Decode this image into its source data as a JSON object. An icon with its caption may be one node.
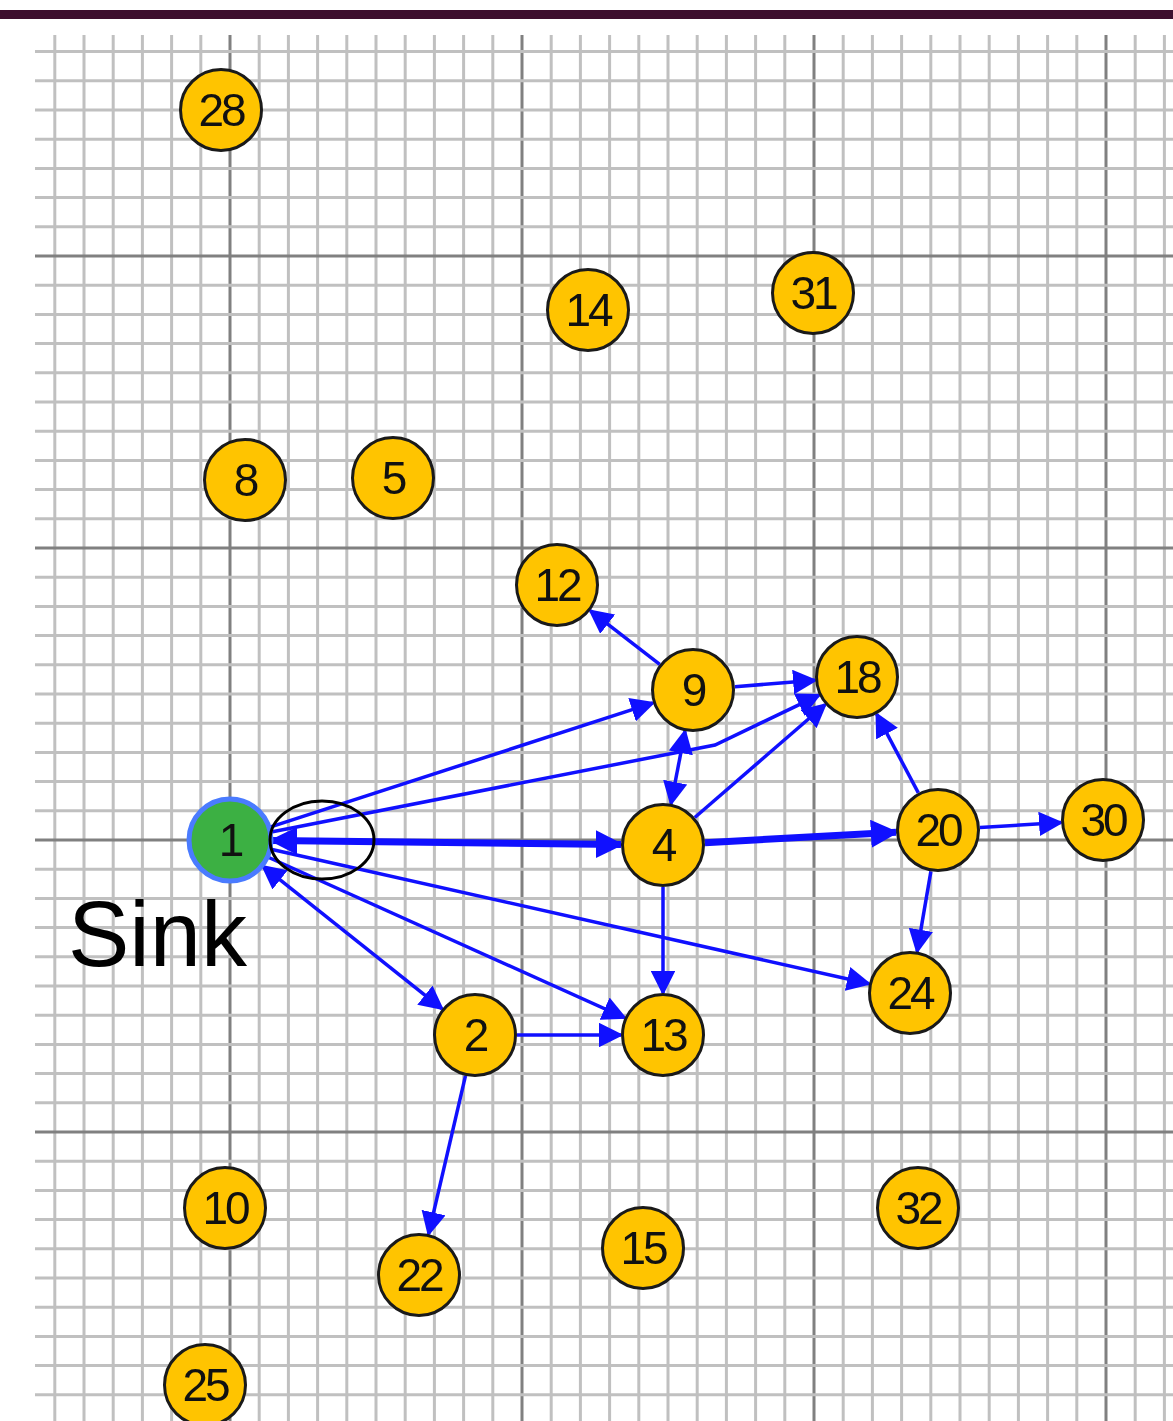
{
  "diagram": {
    "nodes": [
      {
        "text": [
          "28"
        ]
      },
      {
        "text": [
          "14"
        ]
      },
      {
        "text": [
          "31"
        ]
      },
      {
        "text": [
          "8"
        ]
      },
      {
        "text": [
          "5"
        ]
      },
      {
        "text": [
          "12"
        ]
      },
      {
        "text": [
          "9"
        ]
      },
      {
        "text": [
          "18"
        ]
      },
      {
        "text": [
          "1"
        ],
        "beside": [
          "Sink"
        ]
      },
      {
        "text": [
          "4"
        ]
      },
      {
        "text": [
          "20"
        ]
      },
      {
        "text": [
          "30"
        ]
      },
      {
        "text": [
          "24"
        ]
      },
      {
        "text": [
          "2"
        ]
      },
      {
        "text": [
          "13"
        ]
      },
      {
        "text": [
          "10"
        ]
      },
      {
        "text": [
          "22"
        ]
      },
      {
        "text": [
          "15"
        ]
      },
      {
        "text": [
          "32"
        ]
      },
      {
        "text": [
          "25"
        ]
      }
    ],
    "edges": [
      {
        "from": 8,
        "to": 6,
        "arrow": "to"
      },
      {
        "from": 8,
        "to": 7,
        "arrow": "to"
      },
      {
        "from": 8,
        "to": 9,
        "arrow": "both",
        "style": "thick"
      },
      {
        "from": 8,
        "to": 12,
        "arrow": "to"
      },
      {
        "from": 8,
        "to": 14,
        "arrow": "to"
      },
      {
        "from": 8,
        "to": 13,
        "arrow": "both"
      },
      {
        "from": 6,
        "to": 5,
        "arrow": "to"
      },
      {
        "from": 6,
        "to": 7,
        "arrow": "to"
      },
      {
        "from": 6,
        "to": 9,
        "arrow": "both"
      },
      {
        "from": 9,
        "to": 7,
        "arrow": "to"
      },
      {
        "from": 9,
        "to": 10,
        "arrow": "to",
        "style": "thick"
      },
      {
        "from": 9,
        "to": 14,
        "arrow": "to"
      },
      {
        "from": 10,
        "to": 7,
        "arrow": "to"
      },
      {
        "from": 10,
        "to": 11,
        "arrow": "to"
      },
      {
        "from": 10,
        "to": 12,
        "arrow": "to"
      },
      {
        "from": 13,
        "to": 14,
        "arrow": "to"
      },
      {
        "from": 13,
        "to": 16,
        "arrow": "to"
      }
    ]
  }
}
